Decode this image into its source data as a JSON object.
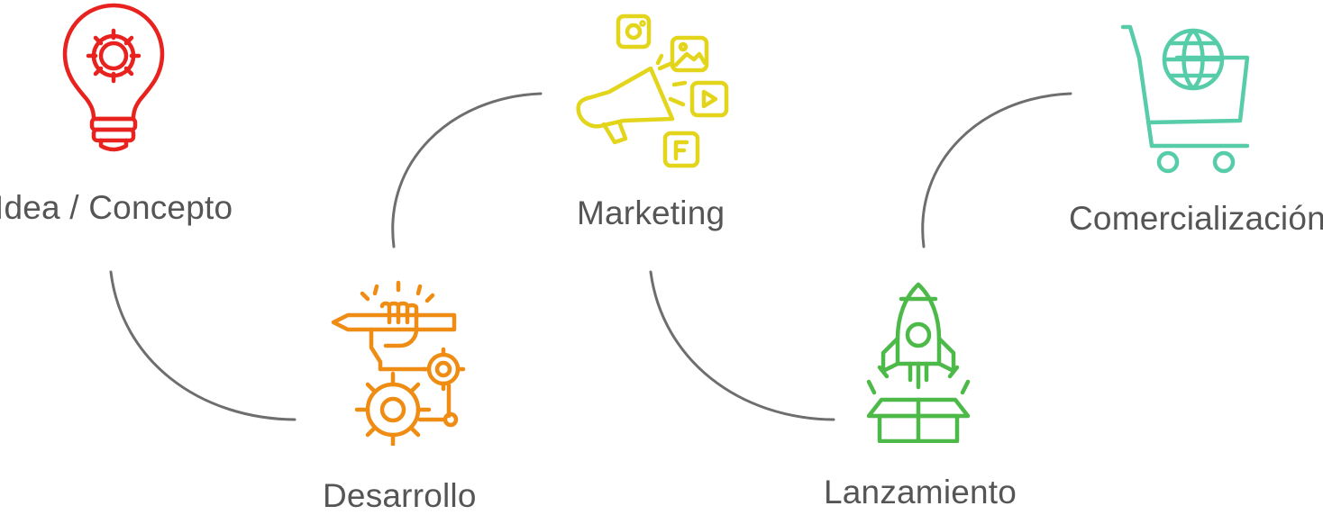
{
  "colors": {
    "idea": "#e8231f",
    "desarrollo": "#ef8c13",
    "marketing": "#e3d51c",
    "lanzamiento": "#4cb948",
    "comercializacion": "#56cca9",
    "connector": "#6e6e6e",
    "label_text": "#555555"
  },
  "steps": [
    {
      "id": "idea",
      "label": "Idea / Concepto",
      "icon": "lightbulb-gear-icon"
    },
    {
      "id": "desarrollo",
      "label": "Desarrollo",
      "icon": "hand-pencil-gears-icon"
    },
    {
      "id": "marketing",
      "label": "Marketing",
      "icon": "megaphone-social-icon"
    },
    {
      "id": "lanzamiento",
      "label": "Lanzamiento",
      "icon": "rocket-box-icon"
    },
    {
      "id": "comercializacion",
      "label": "Comercialización",
      "icon": "globe-cart-icon"
    }
  ]
}
